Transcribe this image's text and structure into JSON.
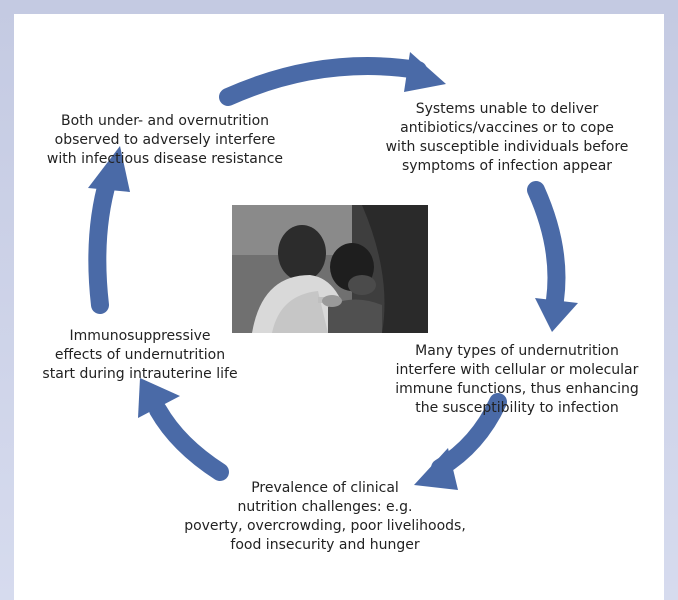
{
  "diagram": {
    "captions": [
      {
        "id": "top-left",
        "text": "Both under- and overnutrition\nobserved to adversely interfere\nwith infectious disease resistance"
      },
      {
        "id": "top-right",
        "text": "Systems unable to deliver\nantibiotics/vaccines or to cope\nwith susceptible individuals before\nsymptoms of infection appear"
      },
      {
        "id": "right",
        "text": "Many types of undernutrition\ninterfere with cellular or molecular\nimmune functions, thus enhancing\nthe susceptibility to infection"
      },
      {
        "id": "bottom",
        "text": "Prevalence of clinical\nnutrition challenges: e.g.\npoverty, overcrowding, poor livelihoods,\nfood insecurity and hunger"
      },
      {
        "id": "left",
        "text": "Immunosuppressive\neffects of undernutrition\nstart during intrauterine life"
      }
    ],
    "arrow_color": "#4a6aa7",
    "photo_tones": [
      "#5a5a5a",
      "#2b2b2b",
      "#a8a8a8",
      "#e0e0e0"
    ]
  }
}
